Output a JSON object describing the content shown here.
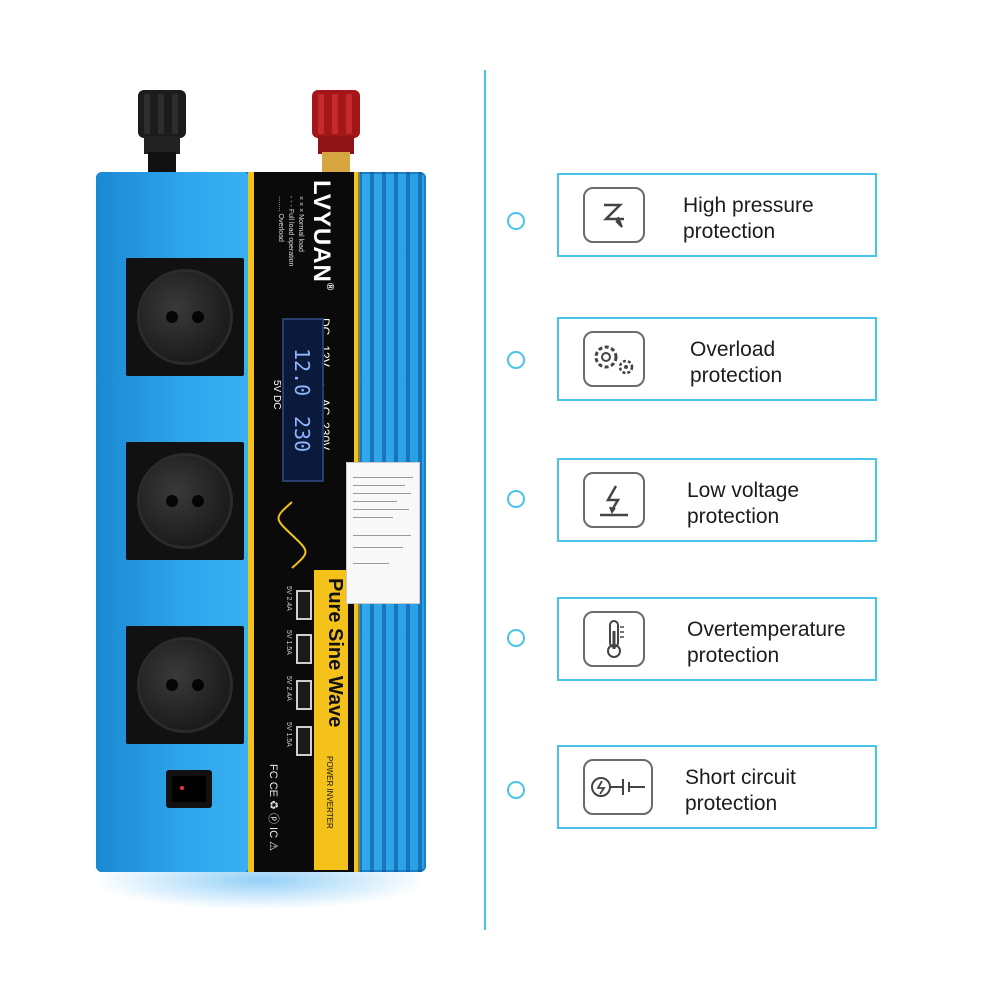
{
  "product": {
    "brand": "LVYUAN",
    "brand_mark": "®",
    "product_line": "Pure Sine Wave",
    "subtitle": "POWER INVERTER",
    "display": {
      "dc_label": "DC",
      "dc_voltage": "12V",
      "arrow": "→",
      "ac_label": "AC",
      "ac_voltage": "230V",
      "dc_reading": "12.0",
      "ac_reading": "230",
      "usb_label": "5V DC"
    },
    "legend": {
      "normal": "× × × Normal load",
      "full": "- - - Full load operation",
      "overload": "........ Overload"
    },
    "usb_ports": [
      "5V 2.4A",
      "5V 1.5A",
      "5V 2.4A",
      "5V 1.5A"
    ],
    "certifications": "FC CE ♻ ⓟ IC ⚠"
  },
  "features": [
    {
      "icon": "high-pressure-icon",
      "line1": "High pressure",
      "line2": "protection"
    },
    {
      "icon": "overload-gears-icon",
      "line1": "Overload",
      "line2": "protection"
    },
    {
      "icon": "low-voltage-icon",
      "line1": "Low voltage",
      "line2": "protection"
    },
    {
      "icon": "thermometer-icon",
      "line1": "Overtemperature",
      "line2": "protection"
    },
    {
      "icon": "short-circuit-icon",
      "line1": "Short circuit",
      "line2": "protection"
    }
  ],
  "colors": {
    "accent": "#48c4ea",
    "housing": "#2ea8ee",
    "panel_stripe": "#f4c21b",
    "negative_terminal": "#1a1a1a",
    "positive_terminal": "#b3191b"
  }
}
